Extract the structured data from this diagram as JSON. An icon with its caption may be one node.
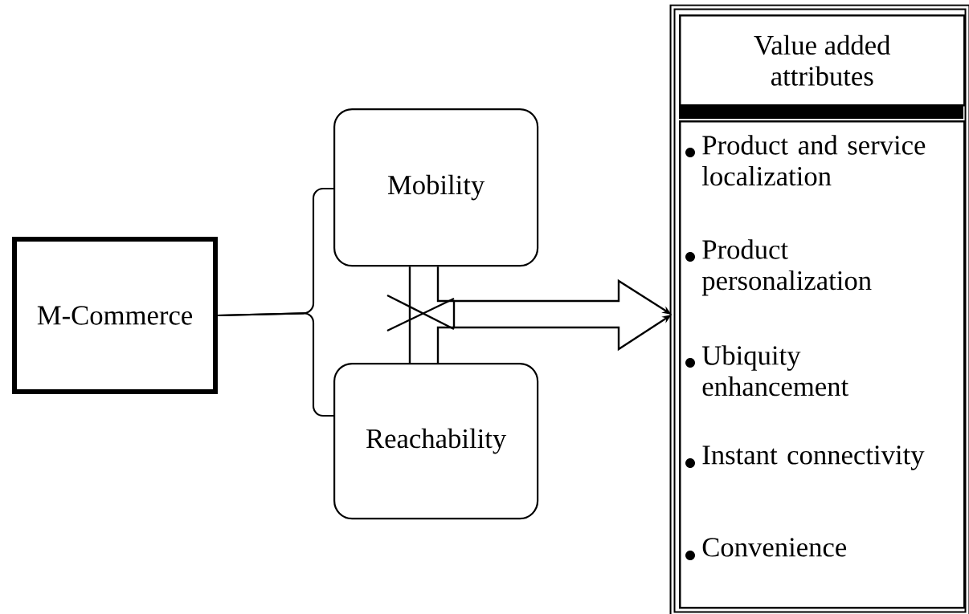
{
  "diagram": {
    "nodes": [
      {
        "text": [
          "M-Commerce"
        ]
      },
      {
        "text": [
          "Mobility"
        ]
      },
      {
        "text": [
          "Reachability"
        ]
      },
      {
        "text": [],
        "shape": "box"
      },
      {
        "text": [
          "Value added attributes"
        ],
        "in": 3
      },
      {
        "text": [
          "Product and service localization",
          "Product personalization",
          "Ubiquity enhancement",
          "Instant connectivity",
          "Convenience"
        ],
        "in": 3
      }
    ],
    "edges": [
      {
        "from": 0,
        "to": 1,
        "arrow": "none"
      },
      {
        "from": 0,
        "to": 2,
        "arrow": "none"
      },
      {
        "from": 1,
        "to": 3,
        "arrow": "to"
      },
      {
        "from": 2,
        "to": 3,
        "arrow": "to"
      },
      {
        "from": 1,
        "to": 2,
        "arrow": "none"
      }
    ]
  }
}
